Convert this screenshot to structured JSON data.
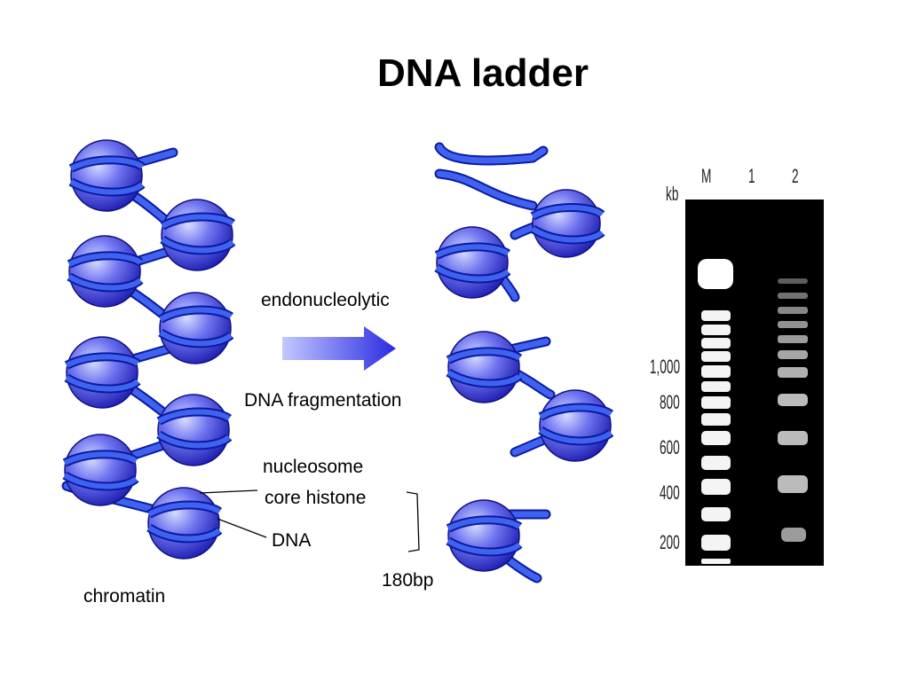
{
  "slide": {
    "title": "DNA ladder",
    "labels": {
      "endonucleolytic": "endonucleolytic",
      "dna_fragmentation": "DNA fragmentation",
      "nucleosome": "nucleosome",
      "core_histone": "core histone",
      "dna": "DNA",
      "chromatin": "chromatin",
      "bp180": "180bp"
    },
    "gel": {
      "kb": "kb",
      "lanes": [
        "M",
        "1",
        "2"
      ],
      "marker_labels": [
        "1,000",
        "800",
        "600",
        "400",
        "200"
      ]
    },
    "colors": {
      "histone": "#3b3bd6",
      "dna_strand": "#3355ee",
      "arrow": "#3a3ae0",
      "gel_background": "#000000"
    }
  }
}
